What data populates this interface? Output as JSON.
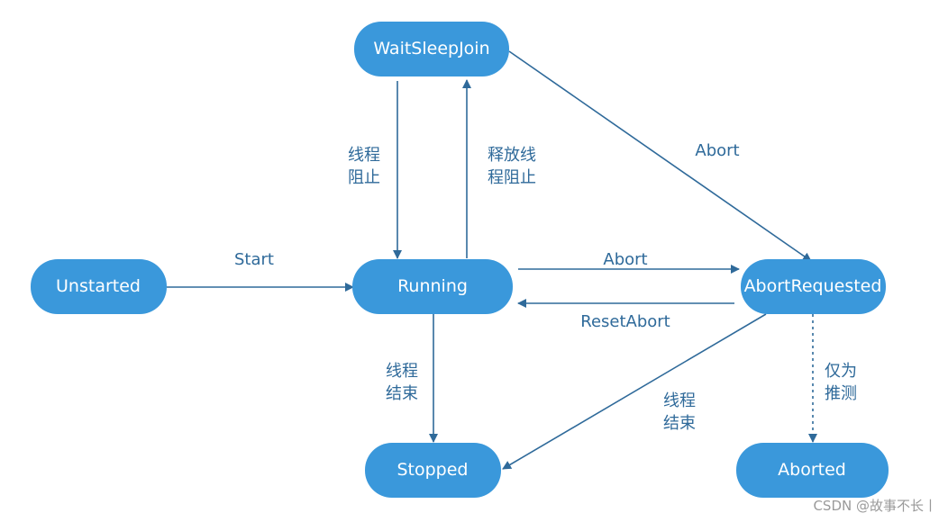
{
  "nodes": {
    "waitsleepjoin": "WaitSleepJoin",
    "unstarted": "Unstarted",
    "running": "Running",
    "abortrequested": "AbortRequested",
    "stopped": "Stopped",
    "aborted": "Aborted"
  },
  "edges": {
    "start": "Start",
    "block_line1": "线程",
    "block_line2": "阻止",
    "release_line1": "释放线",
    "release_line2": "程阻止",
    "abort_from_wait": "Abort",
    "abort_from_running": "Abort",
    "reset_abort": "ResetAbort",
    "end_running_line1": "线程",
    "end_running_line2": "结束",
    "end_abort_line1": "线程",
    "end_abort_line2": "结束",
    "infer_line1": "仅为",
    "infer_line2": "推测"
  },
  "watermark": "CSDN @故事不长丨",
  "colors": {
    "node_fill": "#3a98db",
    "edge": "#2f6a9a",
    "text_on_node": "#ffffff"
  }
}
